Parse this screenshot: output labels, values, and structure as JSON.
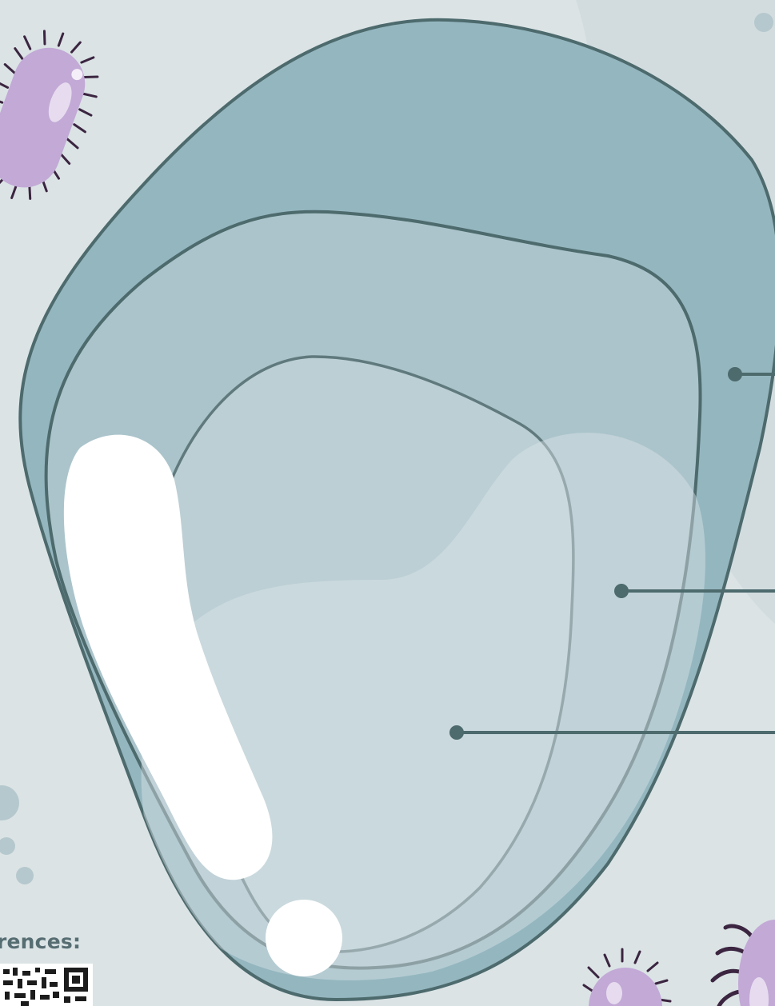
{
  "diagram": {
    "layers": [
      {
        "name": "outer-layer",
        "fill": "#94b6bf"
      },
      {
        "name": "middle-layer",
        "fill": "#abc4cb"
      },
      {
        "name": "inner-layer",
        "fill": "#bccfd4"
      }
    ],
    "callouts": [
      {
        "name": "callout-outer-layer",
        "label": ""
      },
      {
        "name": "callout-middle-layer",
        "label": ""
      },
      {
        "name": "callout-inner-layer",
        "label": ""
      }
    ]
  },
  "references": {
    "label": "rences:"
  },
  "colors": {
    "background": "#dbe3e5",
    "outline": "#4d6a6d",
    "bacteria_fill": "#c2a9d6",
    "bacteria_spikes": "#3b2540",
    "highlight": "#ffffff"
  },
  "icons": [
    "bacterium-icon",
    "qr-code-icon",
    "exclamation-icon"
  ]
}
